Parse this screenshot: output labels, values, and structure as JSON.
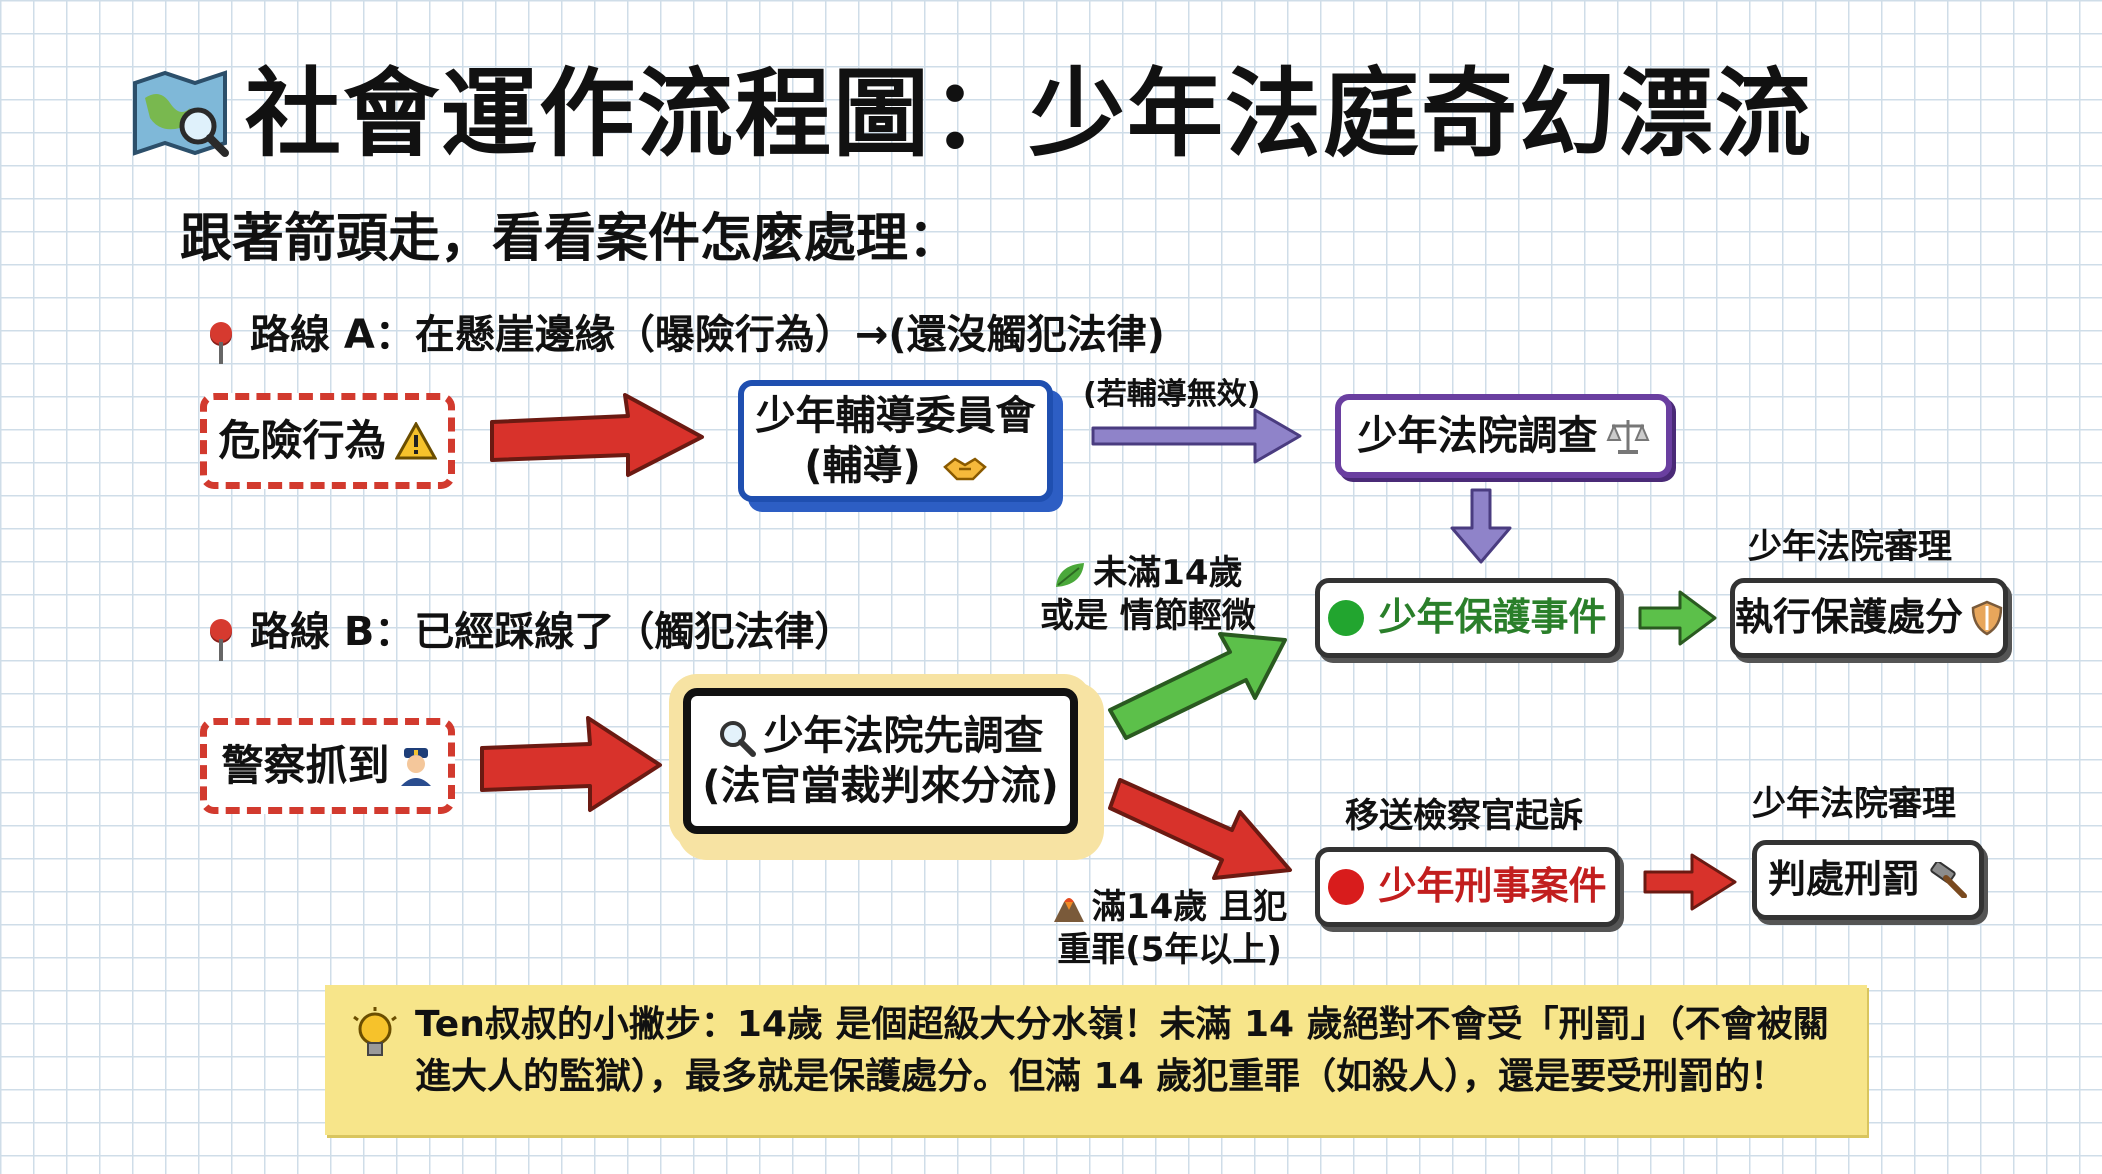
{
  "title": "社會運作流程圖：少年法庭奇幻漂流",
  "subtitle": "跟著箭頭走，看看案件怎麼處理：",
  "route_a": {
    "label": "路線 A：在懸崖邊緣（曝險行為）→(還沒觸犯法律)",
    "risk_box": "危險行為",
    "guidance_box_line1": "少年輔導委員會",
    "guidance_box_line2": "(輔導)",
    "arrow_note": "(若輔導無效)",
    "investigation_box": "少年法院調查"
  },
  "route_b": {
    "label": "路線 B：已經踩線了（觸犯法律）",
    "police_box": "警察抓到",
    "court_box_line1": "少年法院先調查",
    "court_box_line2": "(法官當裁判來分流)"
  },
  "branch_protect": {
    "condition_line1": "未滿14歲",
    "condition_line2": "或是 情節輕微",
    "case_box": "少年保護事件",
    "court_label": "少年法院審理",
    "result_box": "執行保護處分"
  },
  "branch_criminal": {
    "prosecutor_label": "移送檢察官起訴",
    "condition_line1": "滿14歲 且犯",
    "condition_line2": "重罪(5年以上)",
    "case_box": "少年刑事案件",
    "court_label": "少年法院審理",
    "result_box": "判處刑罰"
  },
  "tip": {
    "line1": "Ten叔叔的小撇步：14歲 是個超級大分水嶺！未滿 14 歲絕對不會受「刑罰」（不會被關",
    "line2": "進大人的監獄），最多就是保護處分。但滿 14 歲犯重罪（如殺人），還是要受刑罰的！"
  },
  "icons": {
    "title": "map-magnifier-icon",
    "route_pin": "pin-icon",
    "risk": "warning-icon",
    "guidance": "handshake-icon",
    "investigation": "scales-icon",
    "police": "police-officer-icon",
    "court_search": "magnifier-icon",
    "protect_condition": "leaf-icon",
    "criminal_condition": "volcano-icon",
    "protect_result": "shield-icon",
    "criminal_result": "hammer-icon",
    "tip": "lightbulb-icon"
  },
  "colors": {
    "red_arrow": "#d8322b",
    "purple_arrow": "#8f83c9",
    "green_arrow": "#5cc04a",
    "protect_dot": "#22a52f",
    "criminal_dot": "#d81c1c",
    "tip_bg": "#f7e58a"
  }
}
